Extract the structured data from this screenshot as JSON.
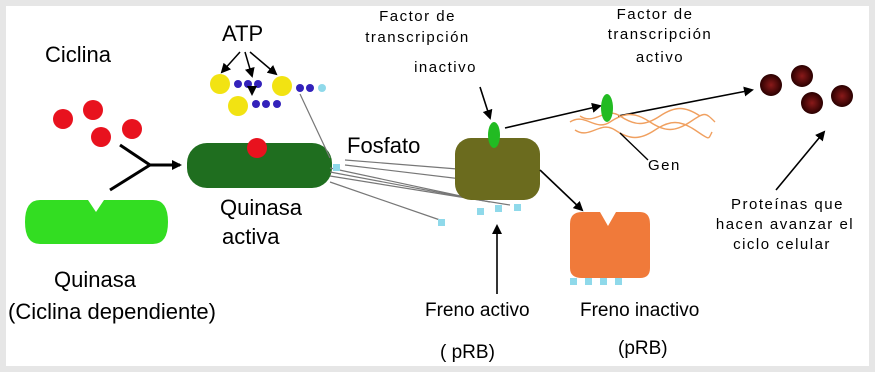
{
  "labels": {
    "ciclina": "Ciclina",
    "atp": "ATP",
    "fosfato": "Fosfato",
    "quinasa_activa_1": "Quinasa",
    "quinasa_activa_2": "activa",
    "quinasa_1": "Quinasa",
    "quinasa_2": "(Ciclina dependiente)",
    "factor_inactivo_1": "Factor de",
    "factor_inactivo_2": "transcripción",
    "factor_inactivo_3": "inactivo",
    "factor_activo_1": "Factor  de",
    "factor_activo_2": "transcripción",
    "factor_activo_3": "activo",
    "gen": "Gen",
    "proteinas_1": "Proteínas  que",
    "proteinas_2": "hacen avanzar el",
    "proteinas_3": "ciclo celular",
    "freno_activo_1": "Freno activo",
    "freno_activo_2": "( pRB)",
    "freno_inactivo_1": "Freno  inactivo",
    "freno_inactivo_2": "(pRB)"
  },
  "colors": {
    "ciclina": "#e8121e",
    "quinasa_inactiva": "#33dd22",
    "quinasa_activa": "#1f6e1f",
    "freno_activo": "#6b6b1e",
    "freno_inactivo": "#f07a3a",
    "factor": "#22bb22",
    "atp_adenine": "#f2e312",
    "atp_phosphate": "#3322bb",
    "fosfato": "#8fd9ea",
    "gen": "#f0a060",
    "proteinas": "#5a0a0a"
  }
}
